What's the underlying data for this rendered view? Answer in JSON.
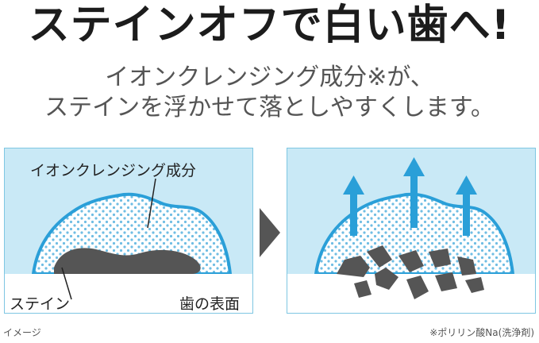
{
  "headline": "ステインオフで白い歯へ!",
  "subtitle": {
    "line1": "イオンクレンジング成分※が、",
    "line2": "ステインを浮かせて落としやすくします。"
  },
  "diagram": {
    "left_labels": {
      "ion": "イオンクレンジング成分",
      "stain": "ステイン",
      "surface": "歯の表面"
    }
  },
  "footnotes": {
    "image_note": "イメージ",
    "ingredient_note": "※ポリリン酸Na(洗浄剤)"
  },
  "colors": {
    "sky": "#c9e9f6",
    "tooth_outline": "#2a9fd8",
    "dots": "#6fbde3",
    "stain": "#555555",
    "arrow": "#2a9fd8",
    "between_arrow": "#555555"
  }
}
